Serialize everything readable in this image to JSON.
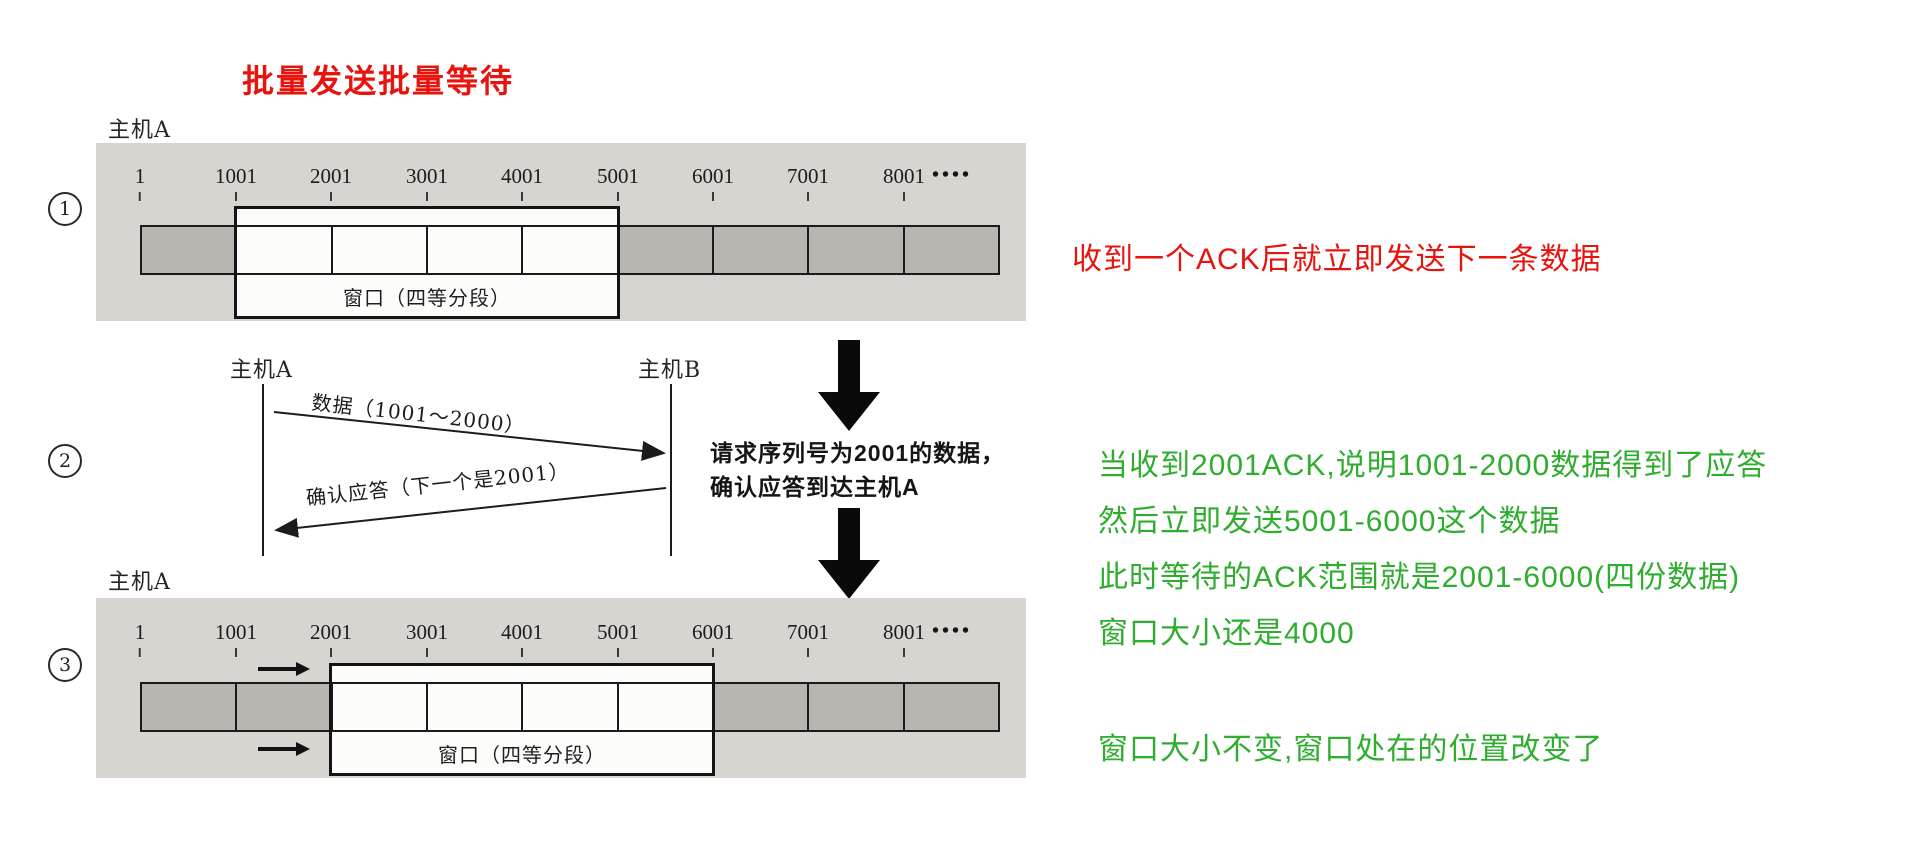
{
  "colors": {
    "annotation_red": "#e8130d",
    "annotation_green": "#2fad2f",
    "panel_gray": "#d8d5d1",
    "shaded_cell_gray": "#b9b6b1",
    "ink_black": "#1b1b1b"
  },
  "title": {
    "text": "批量发送批量等待"
  },
  "notes": {
    "red": "收到一个ACK后就立即发送下一条数据",
    "green": [
      "当收到2001ACK,说明1001-2000数据得到了应答",
      "然后立即发送5001-6000这个数据",
      "此时等待的ACK范围就是2001-6000(四份数据)",
      "窗口大小还是4000",
      "窗口大小不变,窗口处在的位置改变了"
    ]
  },
  "step1": {
    "marker": "1",
    "host": "主机A",
    "ticks": [
      "1",
      "1001",
      "2001",
      "3001",
      "4001",
      "5001",
      "6001",
      "7001",
      "8001"
    ],
    "dots": "••••",
    "window_label": "窗口（四等分段）"
  },
  "step2": {
    "marker": "2",
    "host_a": "主机A",
    "host_b": "主机B",
    "data_label": "数据（1001～2000）",
    "ack_label": "确认应答（下一个是2001）",
    "note_line1": "请求序列号为2001的数据，",
    "note_line2": "确认应答到达主机A"
  },
  "step3": {
    "marker": "3",
    "host": "主机A",
    "ticks": [
      "1",
      "1001",
      "2001",
      "3001",
      "4001",
      "5001",
      "6001",
      "7001",
      "8001"
    ],
    "dots": "••••",
    "window_label": "窗口（四等分段）"
  }
}
